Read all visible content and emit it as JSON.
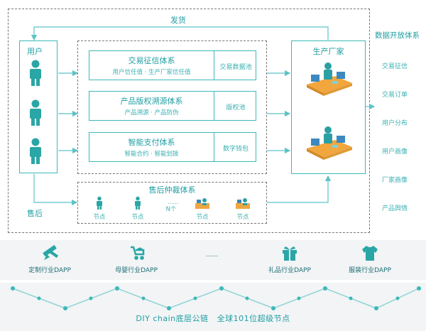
{
  "top": {
    "ship_label": "发货",
    "aftersale_label": "售后",
    "user_box_title": "用户",
    "factory_box_title": "生产厂家",
    "systems": [
      {
        "title": "交易征信体系",
        "sub": "用户信任值 · 生产厂家信任值",
        "side": "交易数据池"
      },
      {
        "title": "产品版权溯源体系",
        "sub": "产品溯源 · 产品防伪",
        "side": "版权池"
      },
      {
        "title": "智能支付体系",
        "sub": "智能合约 · 智能划拨",
        "side": "数字钱包"
      }
    ],
    "arbitration": {
      "title": "售后仲裁体系",
      "nodes": [
        "节点",
        "节点",
        "N个",
        "节点",
        "节点"
      ],
      "ellipsis": "......"
    }
  },
  "open_data": {
    "title": "数据开放体系",
    "items": [
      "交易征信",
      "交易订单",
      "用户分布",
      "用户画像",
      "厂家画像",
      "产品舆情"
    ]
  },
  "dapps": {
    "items": [
      {
        "label": "定制行业DAPP",
        "icon": "pencil-ruler-icon"
      },
      {
        "label": "母婴行业DAPP",
        "icon": "stroller-icon"
      },
      {
        "label": "礼品行业DAPP",
        "icon": "gift-icon"
      },
      {
        "label": "服装行业DAPP",
        "icon": "shirt-icon"
      }
    ],
    "ellipsis": "......"
  },
  "chain": {
    "label": "DIY chain底层公链   全球101位超级节点"
  },
  "colors": {
    "accent": "#2aa6a6",
    "dark": "#1e7f86",
    "band": "#f2f4f5"
  }
}
